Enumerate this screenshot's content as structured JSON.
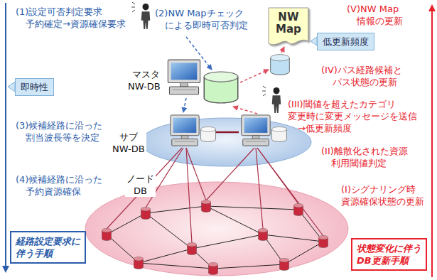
{
  "diagram": {
    "nodes": [
      {
        "text": [
          "NW Map"
        ]
      },
      {
        "text": [
          "低更新頻度"
        ]
      },
      {
        "text": [
          "即時性"
        ]
      },
      {
        "text": [
          "経路設定要求に 伴う手順"
        ]
      },
      {
        "text": [
          "状態変化に伴う DB更新手順"
        ]
      }
    ],
    "labels": [
      "(1)設定可否判定要求 予約確定→資源確保要求",
      "(2)NW Mapチェック による即時可否判定",
      "(V)NW Map 情報の更新",
      "(IV)パス経路候補と パス状態の更新",
      "(III)閾値を超えたカテゴリ 変更時に変更メッセージを送信 →低更新頻度",
      "マスタ NW-DB",
      "(3)候補経路に沿った 割当波長等を決定",
      "サブ NW-DB",
      "(II)離散化された資源 利用閾値判定",
      "ノード DB",
      "(4)候補経路に沿った 予約資源確保",
      "(I)シグナリング時 資源確保状態の更新"
    ]
  }
}
